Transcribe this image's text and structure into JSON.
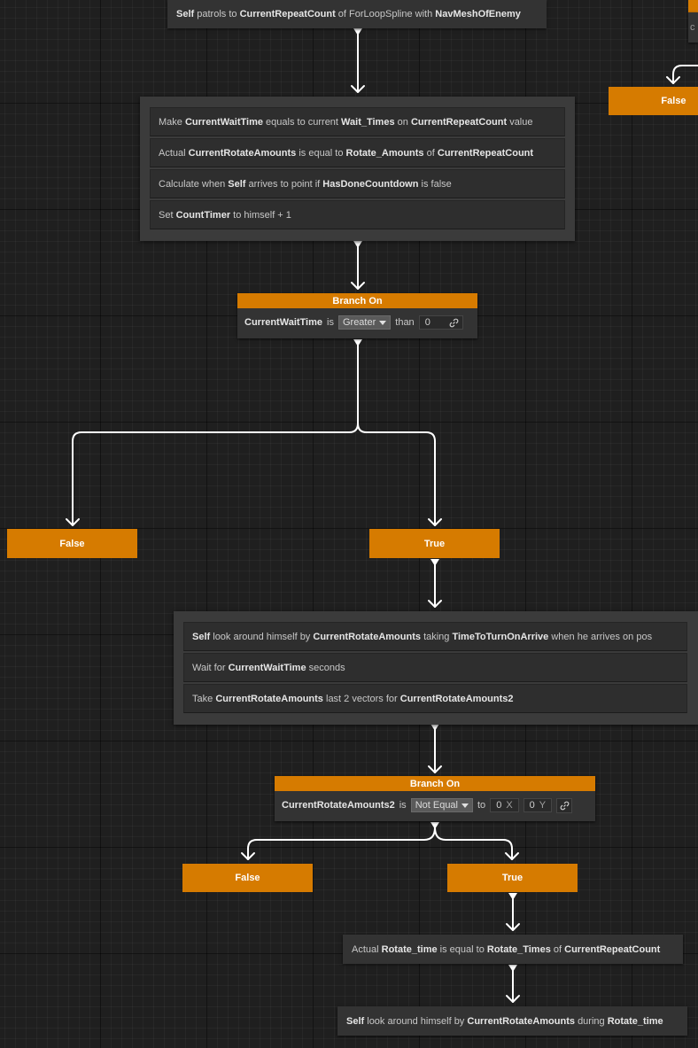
{
  "colors": {
    "accent": "#d67b00",
    "canvas": "#1f1f1f",
    "node": "#333333",
    "wire": "#ffffff"
  },
  "top_node": {
    "subject": "Self",
    "mid1": "patrols to",
    "count": "CurrentRepeatCount",
    "mid2": "of ForLoopSpline with",
    "nav": "NavMeshOfEnemy"
  },
  "top_right": {
    "false_label": "False",
    "edge_char": "c"
  },
  "group1": {
    "row1": {
      "a": "Make",
      "b": "CurrentWaitTime",
      "c": "equals to current",
      "d": "Wait_Times",
      "e": "on",
      "f": "CurrentRepeatCount",
      "g": "value"
    },
    "row2": {
      "a": "Actual",
      "b": "CurrentRotateAmounts",
      "c": "is equal to",
      "d": "Rotate_Amounts",
      "e": "of",
      "f": "CurrentRepeatCount"
    },
    "row3": {
      "a": "Calculate when",
      "b": "Self",
      "c": "arrives to point if",
      "d": "HasDoneCountdown",
      "e": "is false"
    },
    "row4": {
      "a": "Set",
      "b": "CountTimer",
      "c": "to himself + 1"
    }
  },
  "branch1": {
    "header": "Branch On",
    "var": "CurrentWaitTime",
    "is": "is",
    "op": "Greater",
    "than": "than",
    "value": "0"
  },
  "branch1_false": "False",
  "branch1_true": "True",
  "group2": {
    "row1": {
      "a": "Self",
      "b": "look around himself by",
      "c": "CurrentRotateAmounts",
      "d": "taking",
      "e": "TimeToTurnOnArrive",
      "f": "when he arrives on pos"
    },
    "row2": {
      "a": "Wait for",
      "b": "CurrentWaitTime",
      "c": "seconds"
    },
    "row3": {
      "a": "Take",
      "b": "CurrentRotateAmounts",
      "c": "last 2 vectors for",
      "d": "CurrentRotateAmounts2"
    }
  },
  "branch2": {
    "header": "Branch On",
    "var": "CurrentRotateAmounts2",
    "is": "is",
    "op": "Not Equal",
    "to": "to",
    "x_value": "0",
    "x_axis": "X",
    "y_value": "0",
    "y_axis": "Y"
  },
  "branch2_false": "False",
  "branch2_true": "True",
  "node_rotate_time": {
    "a": "Actual",
    "b": "Rotate_time",
    "c": "is equal to",
    "d": "Rotate_Times",
    "e": "of",
    "f": "CurrentRepeatCount"
  },
  "node_look": {
    "a": "Self",
    "b": "look around himself by",
    "c": "CurrentRotateAmounts",
    "d": "during",
    "e": "Rotate_time"
  }
}
